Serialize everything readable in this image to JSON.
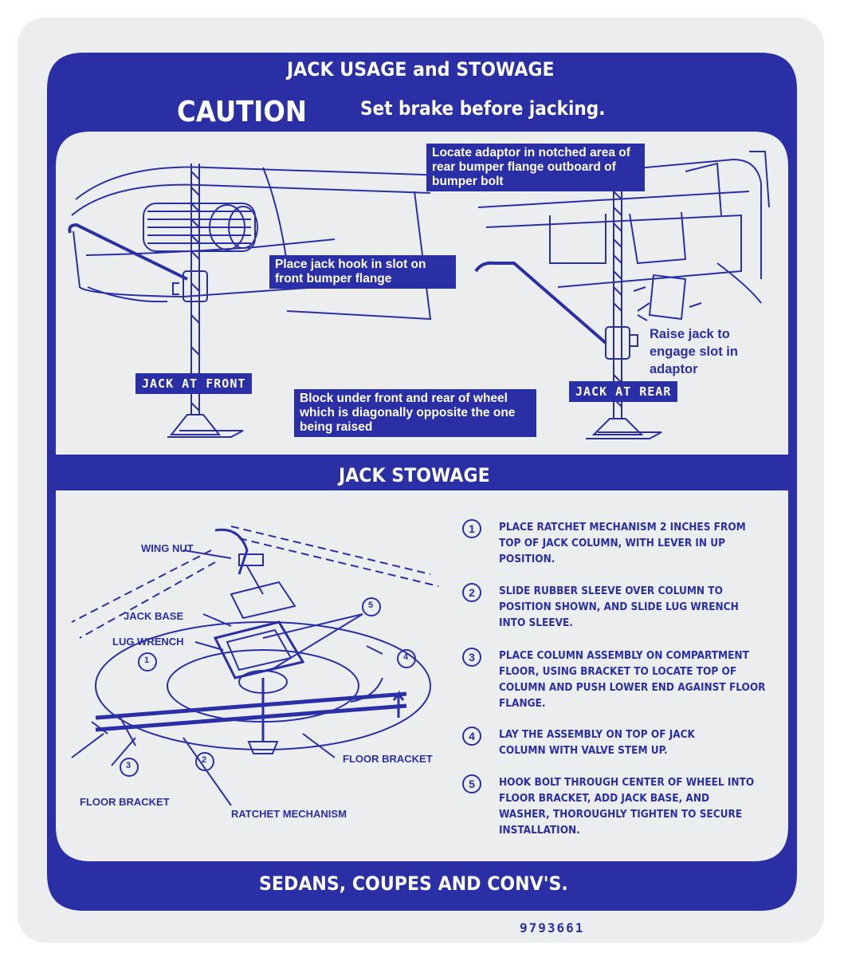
{
  "header": {
    "title": "JACK USAGE and STOWAGE",
    "caution": "CAUTION",
    "caution_note": "Set brake before jacking."
  },
  "usage": {
    "front_hook_note": "Place jack hook in slot on front bumper flange",
    "front_tag": "JACK AT FRONT",
    "rear_adaptor_note": "Locate adaptor in notched area of rear bumper flange outboard of bumper bolt",
    "rear_raise_note": "Raise jack to engage slot in adaptor",
    "rear_tag": "JACK AT REAR",
    "block_note": "Block under front and rear of wheel which is diagonally opposite the one being raised"
  },
  "stowage": {
    "title": "JACK STOWAGE",
    "callouts": {
      "wing_nut": "WING NUT",
      "jack_base": "JACK BASE",
      "lug_wrench": "LUG WRENCH",
      "floor_bracket_right": "FLOOR BRACKET",
      "floor_bracket_left": "FLOOR BRACKET",
      "ratchet": "RATCHET MECHANISM"
    },
    "steps": [
      {
        "num": "1",
        "text": "PLACE RATCHET MECHANISM 2 INCHES FROM TOP OF JACK COLUMN, WITH LEVER IN UP POSITION."
      },
      {
        "num": "2",
        "text": "SLIDE RUBBER SLEEVE OVER COLUMN TO POSITION SHOWN, AND SLIDE LUG WRENCH INTO SLEEVE."
      },
      {
        "num": "3",
        "text": "PLACE COLUMN ASSEMBLY ON COMPARTMENT FLOOR, USING BRACKET TO LOCATE TOP OF COLUMN AND PUSH LOWER END AGAINST FLOOR FLANGE."
      },
      {
        "num": "4",
        "text": "LAY THE ASSEMBLY ON TOP OF JACK COLUMN WITH VALVE STEM UP."
      },
      {
        "num": "5",
        "text": "HOOK BOLT THROUGH CENTER OF WHEEL INTO FLOOR BRACKET, ADD JACK BASE, AND WASHER, THOROUGHLY TIGHTEN TO SECURE INSTALLATION."
      }
    ],
    "diagram_numbers": [
      "1",
      "2",
      "3",
      "4",
      "5"
    ]
  },
  "footer": {
    "models": "SEDANS, COUPES AND CONV'S.",
    "part_number": "9793661"
  },
  "colors": {
    "ink": "#2a2fa6",
    "paper": "#ecedef"
  }
}
